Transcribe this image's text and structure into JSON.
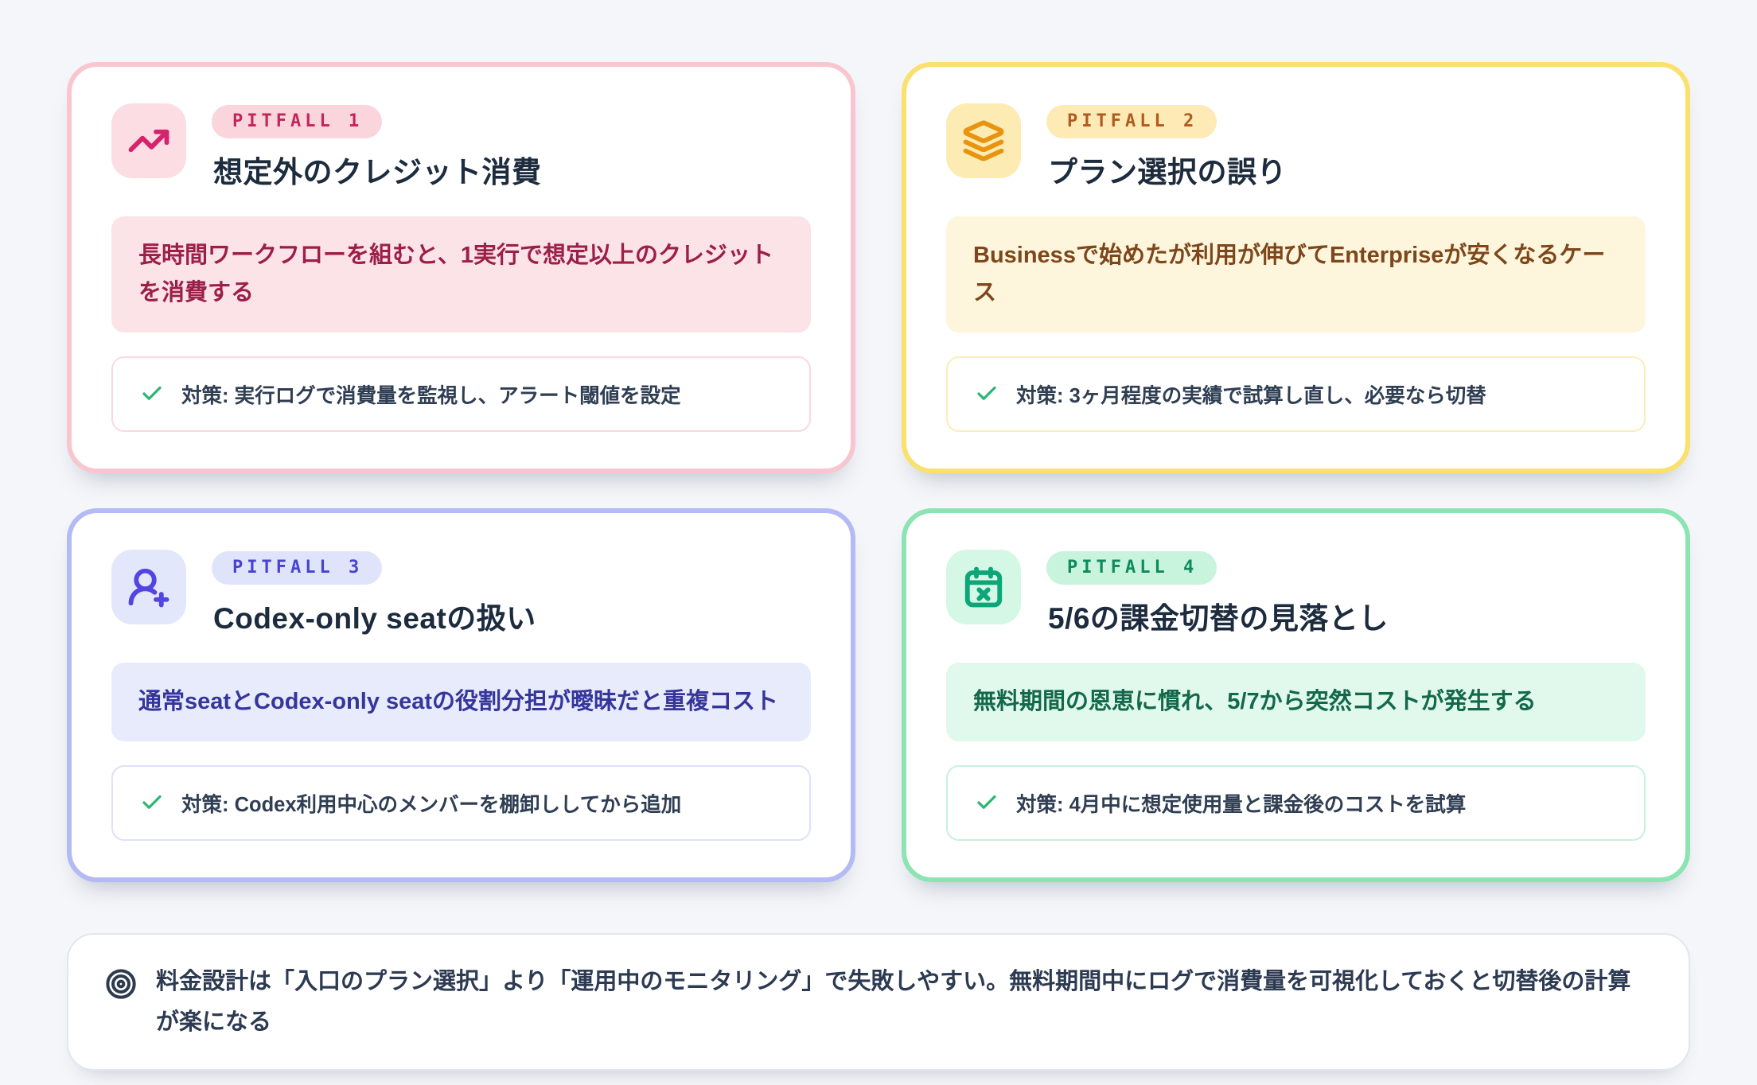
{
  "page": {
    "background": "#f4f6f9",
    "title_text_color": "#1c2b3d"
  },
  "check": {
    "color": "#2bb673"
  },
  "cards": [
    {
      "badge": "PITFALL 1",
      "title": "想定外のクレジット消費",
      "description": "長時間ワークフローを組むと、1実行で想定以上のクレジットを消費する",
      "countermeasure": "対策: 実行ログで消費量を監視し、アラート閾値を設定",
      "icon": "trending-up-icon",
      "colors": {
        "border": "#f9c6cf",
        "icon_bg": "#fcdde3",
        "icon": "#d6246c",
        "badge_bg": "#fbd5dc",
        "badge_text": "#c2255c",
        "desc_bg": "#fbe3e8",
        "desc_text": "#9c1f4a",
        "cure_border": "#f9d9df"
      }
    },
    {
      "badge": "PITFALL 2",
      "title": "プラン選択の誤り",
      "description": "Businessで始めたが利用が伸びてEnterpriseが安くなるケース",
      "countermeasure": "対策: 3ヶ月程度の実績で試算し直し、必要なら切替",
      "icon": "layers-icon",
      "colors": {
        "border": "#fbe06c",
        "icon_bg": "#fcecb4",
        "icon": "#e8940f",
        "badge_bg": "#fdeab4",
        "badge_text": "#b05a1f",
        "desc_bg": "#fdf6dd",
        "desc_text": "#7d471b",
        "cure_border": "#fbedb9"
      }
    },
    {
      "badge": "PITFALL 3",
      "title": "Codex-only seatの扱い",
      "description": "通常seatとCodex-only seatの役割分担が曖昧だと重複コスト",
      "countermeasure": "対策: Codex利用中心のメンバーを棚卸ししてから追加",
      "icon": "user-plus-icon",
      "colors": {
        "border": "#b4baf3",
        "icon_bg": "#e3e7fc",
        "icon": "#5246e0",
        "badge_bg": "#dfe4fb",
        "badge_text": "#4742cf",
        "desc_bg": "#e7ebfc",
        "desc_text": "#35359b",
        "cure_border": "#dde2f8"
      }
    },
    {
      "badge": "PITFALL 4",
      "title": "5/6の課金切替の見落とし",
      "description": "無料期間の恩恵に慣れ、5/7から突然コストが発生する",
      "countermeasure": "対策: 4月中に想定使用量と課金後のコストを試算",
      "icon": "calendar-x-icon",
      "colors": {
        "border": "#8de4b3",
        "icon_bg": "#d5f7e5",
        "icon": "#0ca678",
        "badge_bg": "#c8f3dc",
        "badge_text": "#0e8a5e",
        "desc_bg": "#e0f9ec",
        "desc_text": "#13684c",
        "cure_border": "#c9f0dd"
      }
    }
  ],
  "note": {
    "text": "料金設計は「入口のプラン選択」より「運用中のモニタリング」で失敗しやすい。無料期間中にログで消費量を可視化しておくと切替後の計算が楽になる"
  }
}
